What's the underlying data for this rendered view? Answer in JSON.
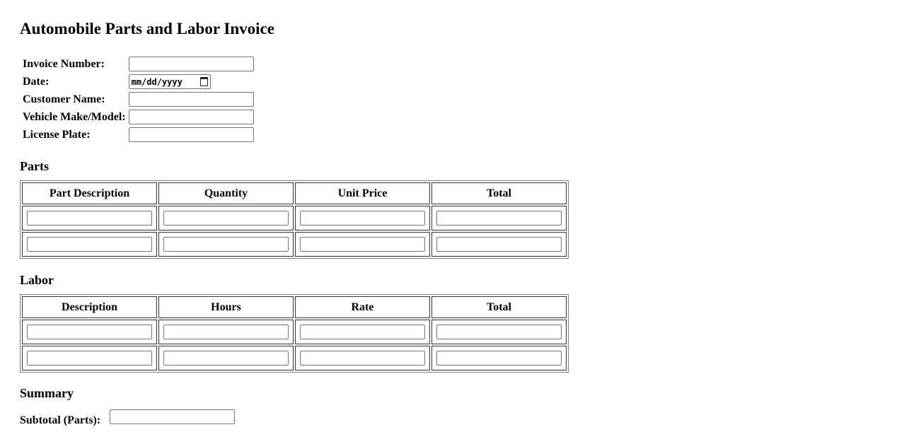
{
  "title": "Automobile Parts and Labor Invoice",
  "info": {
    "invoice_number": {
      "label": "Invoice Number:",
      "value": ""
    },
    "date": {
      "label": "Date:",
      "placeholder": "mm/dd/yyyy"
    },
    "customer_name": {
      "label": "Customer Name:",
      "value": ""
    },
    "vehicle": {
      "label": "Vehicle Make/Model:",
      "value": ""
    },
    "license_plate": {
      "label": "License Plate:",
      "value": ""
    }
  },
  "parts": {
    "heading": "Parts",
    "columns": [
      "Part Description",
      "Quantity",
      "Unit Price",
      "Total"
    ]
  },
  "labor": {
    "heading": "Labor",
    "columns": [
      "Description",
      "Hours",
      "Rate",
      "Total"
    ]
  },
  "summary": {
    "heading": "Summary",
    "subtotal_parts_label": "Subtotal (Parts):"
  }
}
